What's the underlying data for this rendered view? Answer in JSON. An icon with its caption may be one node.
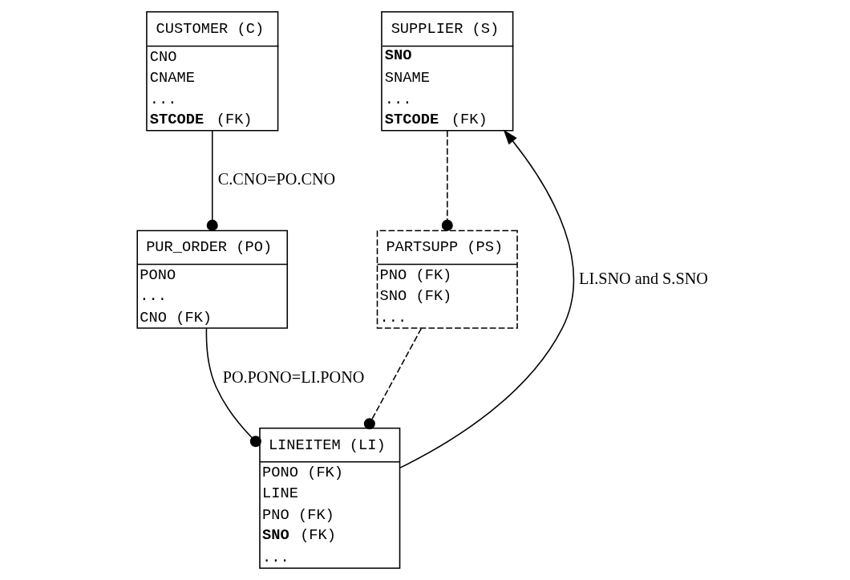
{
  "diagram": {
    "nodes": [
      {
        "text": [
          "CUSTOMER (C)",
          "CNO",
          "CNAME",
          "...",
          "**STCODE** (FK)"
        ]
      },
      {
        "text": [
          "SUPPLIER (S)",
          "**SNO**",
          "SNAME",
          "...",
          "**STCODE** (FK)"
        ]
      },
      {
        "text": [
          "PUR_ORDER (PO)",
          "PONO",
          "...",
          "CNO (FK)"
        ]
      },
      {
        "text": [
          "PARTSUPP (PS)",
          "PNO (FK)",
          "SNO (FK)",
          "..."
        ]
      },
      {
        "text": [
          "LINEITEM (LI)",
          "PONO (FK)",
          "LINE",
          "PNO (FK)",
          "**SNO** (FK)",
          "..."
        ]
      }
    ],
    "edges": [
      {
        "from": 0,
        "to": 2,
        "arrow": "other",
        "label": "C.CNO=PO.CNO"
      },
      {
        "from": 2,
        "to": 4,
        "arrow": "other",
        "label": "PO.PONO=LI.PONO"
      },
      {
        "from": 4,
        "to": 1,
        "arrow": "to",
        "label": "LI.SNO and S.SNO"
      },
      {
        "from": 1,
        "to": 3,
        "arrow": "other",
        "style": "dashed"
      },
      {
        "from": 3,
        "to": 4,
        "arrow": "other",
        "style": "dashed"
      }
    ]
  }
}
